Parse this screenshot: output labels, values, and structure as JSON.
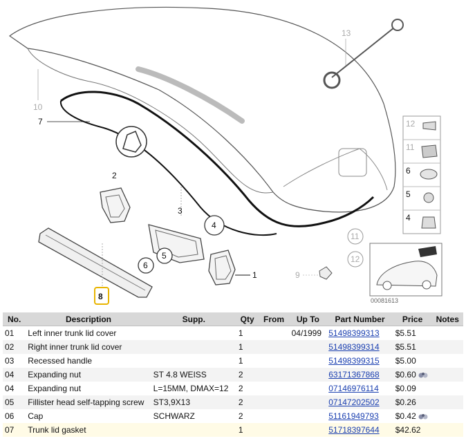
{
  "diagram": {
    "callouts": [
      {
        "label": "13",
        "style": "gray"
      },
      {
        "label": "10",
        "style": "gray"
      },
      {
        "label": "7",
        "style": "dark"
      },
      {
        "label": "2",
        "style": "dark"
      },
      {
        "label": "3",
        "style": "dark"
      },
      {
        "label": "4",
        "style": "dark"
      },
      {
        "label": "5",
        "style": "dark"
      },
      {
        "label": "6",
        "style": "dark"
      },
      {
        "label": "1",
        "style": "dark"
      },
      {
        "label": "9",
        "style": "gray"
      },
      {
        "label": "8",
        "style": "dark"
      },
      {
        "label": "11",
        "style": "gray"
      },
      {
        "label": "12",
        "style": "gray"
      }
    ],
    "sidebar_labels": [
      "12",
      "11",
      "6",
      "5",
      "4"
    ],
    "image_id": "00081613"
  },
  "table": {
    "headers": [
      "No.",
      "Description",
      "Supp.",
      "Qty",
      "From",
      "Up To",
      "Part Number",
      "Price",
      "Notes"
    ],
    "rows": [
      {
        "no": "01",
        "desc": "Left inner trunk lid cover",
        "supp": "",
        "qty": "1",
        "from": "",
        "upto": "04/1999",
        "part": "51498399313",
        "price": "$5.51",
        "note": false
      },
      {
        "no": "02",
        "desc": "Right inner trunk lid cover",
        "supp": "",
        "qty": "1",
        "from": "",
        "upto": "",
        "part": "51498399314",
        "price": "$5.51",
        "note": false
      },
      {
        "no": "03",
        "desc": "Recessed handle",
        "supp": "",
        "qty": "1",
        "from": "",
        "upto": "",
        "part": "51498399315",
        "price": "$5.00",
        "note": false
      },
      {
        "no": "04",
        "desc": "Expanding nut",
        "supp": "ST 4.8 WEISS",
        "qty": "2",
        "from": "",
        "upto": "",
        "part": "63171367868",
        "price": "$0.60",
        "note": true
      },
      {
        "no": "04",
        "desc": "Expanding nut",
        "supp": "L=15MM, DMAX=12",
        "qty": "2",
        "from": "",
        "upto": "",
        "part": "07146976114",
        "price": "$0.09",
        "note": false
      },
      {
        "no": "05",
        "desc": "Fillister head self-tapping screw",
        "supp": "ST3,9X13",
        "qty": "2",
        "from": "",
        "upto": "",
        "part": "07147202502",
        "price": "$0.26",
        "note": false
      },
      {
        "no": "06",
        "desc": "Cap",
        "supp": "SCHWARZ",
        "qty": "2",
        "from": "",
        "upto": "",
        "part": "51161949793",
        "price": "$0.42",
        "note": true
      },
      {
        "no": "07",
        "desc": "Trunk lid gasket",
        "supp": "",
        "qty": "1",
        "from": "",
        "upto": "",
        "part": "51718397644",
        "price": "$42.62",
        "note": false
      }
    ]
  },
  "colors": {
    "link": "#1a3fb0",
    "header_bg": "#d8d8d8",
    "highlight_box": "#e8b400"
  }
}
